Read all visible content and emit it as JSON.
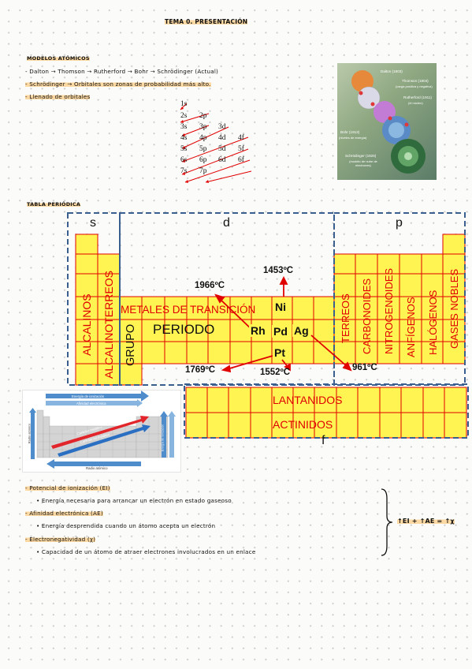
{
  "title": "TEMA 0. PRESENTACIÓN",
  "atomic": {
    "heading": "MODELOS ATÓMICOS",
    "line1": "- Dalton → Thomson → Rutherford → Bohr → Schrödinger (Actual)",
    "line2": "- Schrödinger → Orbitales son zonas de probabilidad más alto.",
    "line3": "- Llenado de orbitales",
    "orbitals": [
      [
        "1s"
      ],
      [
        "2s",
        "2p"
      ],
      [
        "3s",
        "3p",
        "3d"
      ],
      [
        "4s",
        "4p",
        "4d",
        "4f"
      ],
      [
        "5s",
        "5p",
        "5d",
        "5f"
      ],
      [
        "6s",
        "6p",
        "6d",
        "6f"
      ],
      [
        "7s",
        "7p"
      ]
    ],
    "models_image": {
      "dalton": "Dalton (1803)",
      "thomson": "Thomson (1904)",
      "thomson_sub": "(carga positiva y negativa)",
      "rutherford": "Rutherford (1911)",
      "rutherford_sub": "(el núcleo)",
      "bohr": "Bohr (1913)",
      "bohr_sub": "(niveles de energía)",
      "schrodinger": "Schrödinger (1926)",
      "schrodinger_sub": "(modelo de nube de electrones)"
    }
  },
  "periodic": {
    "heading": "TABLA PERIÓDICA",
    "block_s": "s",
    "block_d": "d",
    "block_p": "p",
    "block_f": "f",
    "alcalinos": "ALCALINOS",
    "alcalinoterreos": "ALCALINOTERREOS",
    "grupo": "GRUPO",
    "metales": "METALES DE TRANSICIÓN",
    "periodo": "PERIODO",
    "terreos": "TERREOS",
    "carbonoides": "CARBONOIDES",
    "nitrogenoides": "NITROGENOIDES",
    "anfigenos": "ANFÍGENOS",
    "halogenos": "HALÓGENOS",
    "gases_nobles": "GASES NOBLES",
    "lantanidos": "LANTANIDOS",
    "actinidos": "ACTINIDOS",
    "elements": {
      "ni": "Ni",
      "rh": "Rh",
      "pd": "Pd",
      "ag": "Ag",
      "pt": "Pt"
    },
    "temps": {
      "ni": "1453ºC",
      "rh": "1966ºC",
      "pt_left": "1769ºC",
      "pt": "1552ºC",
      "ag": "961ºC"
    }
  },
  "trends_image": {
    "ionization": "Energía de ionización",
    "affinity": "Afinidad electrónica",
    "metallic": "Carácter metálico",
    "nonmetallic": "Carácter no metálico",
    "radius": "Radio atómico",
    "radius_vertical": "Radio atómico",
    "energy_vertical": "Energía de ionización"
  },
  "properties": {
    "pi_title": "- Potencial de ionización (EI)",
    "pi_desc": "• Energía necesaria para arrancar un electrón en estado gaseoso",
    "ae_title": "- Afinidad electrónica (AE)",
    "ae_desc": "• Energía desprendida cuando un átomo acepta un electrón",
    "en_title": "- Electronegatividad (χ)",
    "en_desc": "• Capacidad de un átomo de atraer electrones involucrados en un enlace",
    "summary": "↑EI + ↑AE = ↑χ"
  },
  "colors": {
    "cell_fill": "#fff451",
    "red": "#e00000",
    "highlight": "#fcd9a3",
    "dashed_blue": "#3a5f8f"
  }
}
